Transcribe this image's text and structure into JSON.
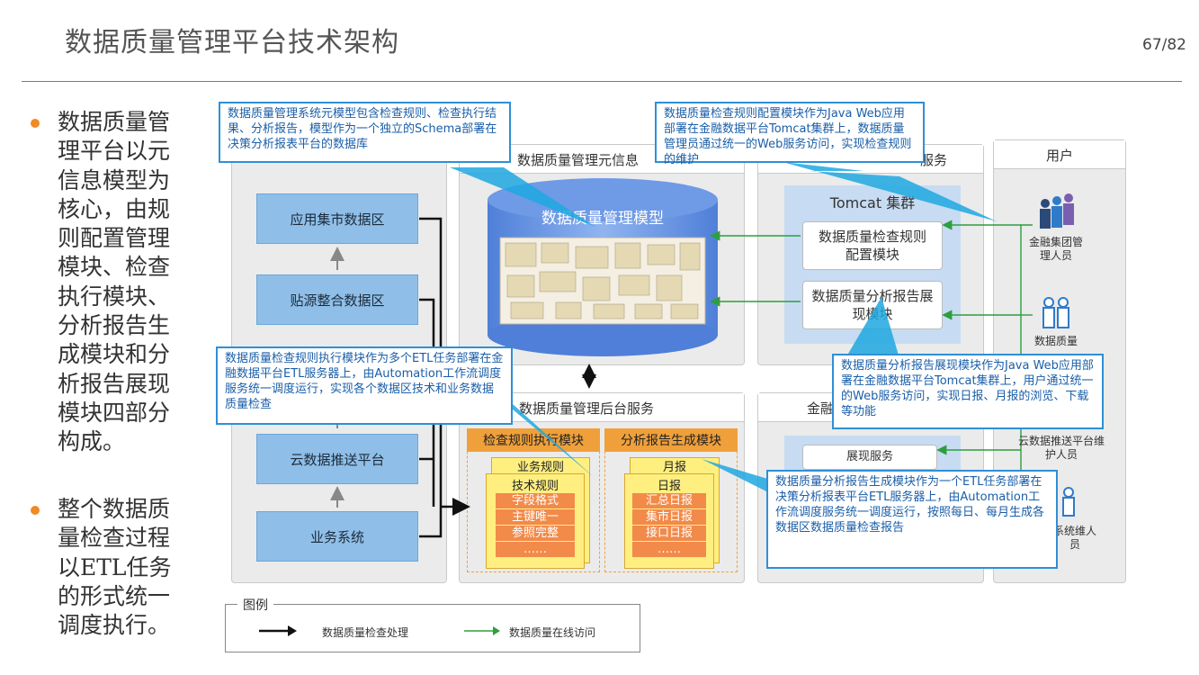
{
  "slide": {
    "title": "数据质量管理平台技术架构",
    "page": "67/82"
  },
  "bullets": [
    "数据质量管理平台以元信息模型为核心，由规则配置管理模块、检查执行模块、分析报告生成模块和分析报告展现模块四部分构成。",
    "整个数据质量检查过程以ETL任务的形式统一调度执行。"
  ],
  "diagram": {
    "left_boxes": [
      "应用集市数据区",
      "贴源整合数据区",
      "云数据推送平台",
      "业务系统"
    ],
    "meta_panel_title": "数据质量管理元信息",
    "meta_model_label": "数据质量管理模型",
    "web_panel_title_suffix": "服务",
    "tomcat_label": "Tomcat 集群",
    "web_modules": [
      "数据质量检查规则配置模块",
      "数据质量分析报告展现模块"
    ],
    "backend_panel_title": "数据质量管理后台服务",
    "exec_module": {
      "title": "检查规则执行模块",
      "header": "业务规则",
      "sub": "技术规则",
      "items": [
        "字段格式",
        "主键唯一",
        "参照完整",
        "……"
      ]
    },
    "report_module": {
      "title": "分析报告生成模块",
      "header": "月报",
      "sub": "日报",
      "items": [
        "汇总日报",
        "集市日报",
        "接口日报",
        "……"
      ]
    },
    "finance_panel_title": "金融",
    "present_service": "展现服务",
    "users_title": "用户",
    "users": [
      "金融集团管理人员",
      "数据质量",
      "云数据推送平台维护人员",
      "系统维人员"
    ]
  },
  "callouts": {
    "c1": "数据质量管理系统元模型包含检查规则、检查执行结果、分析报告，模型作为一个独立的Schema部署在决策分析报表平台的数据库",
    "c2": "数据质量检查规则配置模块作为Java Web应用部署在金融数据平台Tomcat集群上，数据质量管理员通过统一的Web服务访问，实现检查规则的维护",
    "c3": "数据质量检查规则执行模块作为多个ETL任务部署在金融数据平台ETL服务器上，由Automation工作流调度服务统一调度运行，实现各个数据区技术和业务数据质量检查",
    "c4": "数据质量分析报告展现模块作为Java Web应用部署在金融数据平台Tomcat集群上，用户通过统一的Web服务访问，实现日报、月报的浏览、下载等功能",
    "c5": "数据质量分析报告生成模块作为一个ETL任务部署在决策分析报表平台ETL服务器上，由Automation工作流调度服务统一调度运行，按照每日、每月生成各数据区数据质量检查报告"
  },
  "legend": {
    "title": "图例",
    "black_arrow_label": "数据质量检查处理",
    "green_arrow_label": "数据质量在线访问",
    "black_color": "#111111",
    "green_color": "#2e9e3e"
  },
  "colors": {
    "rule_red": "#d9534f",
    "bullet_orange": "#f08a24",
    "callout_blue": "#2f8fd6",
    "box_blue": "#8fbfe8",
    "cylinder_blue": "#5a8fe0"
  }
}
